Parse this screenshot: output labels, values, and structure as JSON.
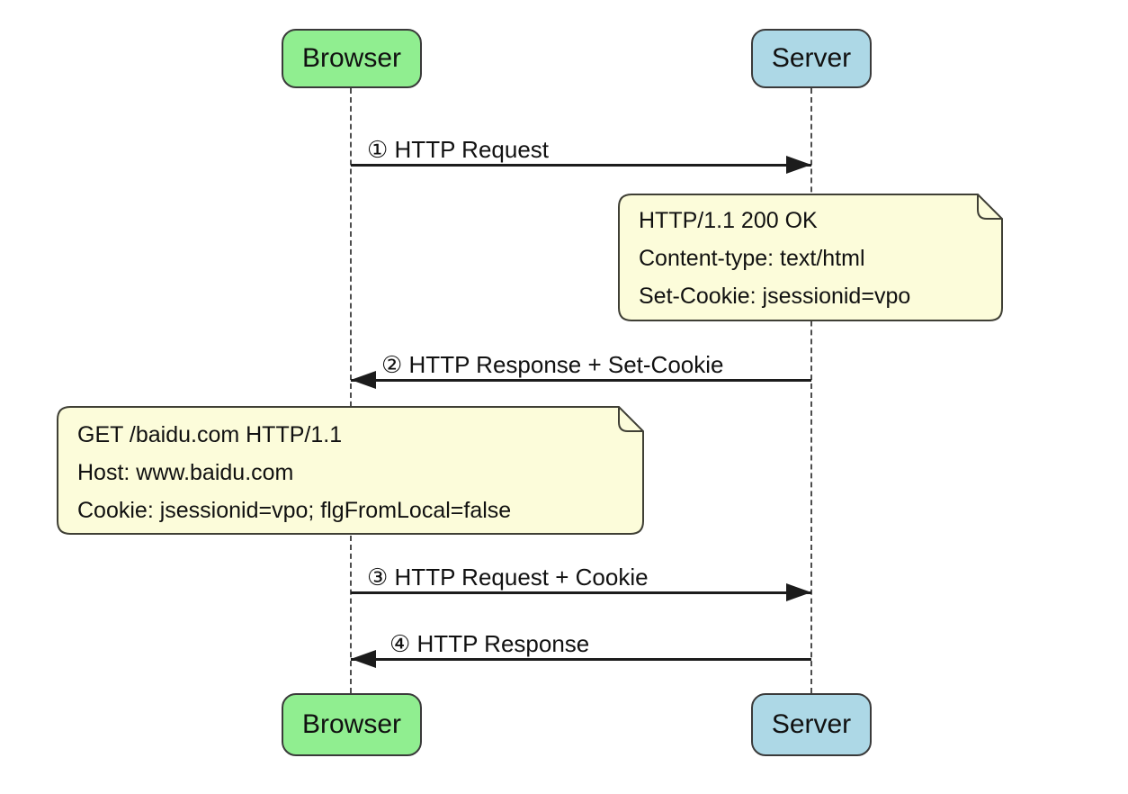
{
  "diagram": {
    "title": "HTTP cookie sequence diagram",
    "actors": {
      "browser": {
        "label": "Browser",
        "fill": "#90EE90"
      },
      "server": {
        "label": "Server",
        "fill": "#ADD8E6"
      }
    },
    "messages": [
      {
        "label": "① HTTP Request",
        "from": "Browser",
        "to": "Server",
        "direction": "right"
      },
      {
        "label": "② HTTP Response + Set-Cookie",
        "from": "Server",
        "to": "Browser",
        "direction": "left"
      },
      {
        "label": "③ HTTP Request + Cookie",
        "from": "Browser",
        "to": "Server",
        "direction": "right"
      },
      {
        "label": "④ HTTP Response",
        "from": "Server",
        "to": "Browser",
        "direction": "left"
      }
    ],
    "notes": [
      {
        "side": "server",
        "lines": [
          "HTTP/1.1 200 OK",
          "Content-type: text/html",
          "Set-Cookie: jsessionid=vpo"
        ]
      },
      {
        "side": "browser",
        "lines": [
          "GET /baidu.com HTTP/1.1",
          "Host: www.baidu.com",
          "Cookie: jsessionid=vpo; flgFromLocal=false"
        ]
      }
    ],
    "colors": {
      "note_fill": "#FCFCDA",
      "note_border": "#3f3f35",
      "line": "#1c1c1c",
      "lifeline": "#4d4d4d"
    }
  }
}
